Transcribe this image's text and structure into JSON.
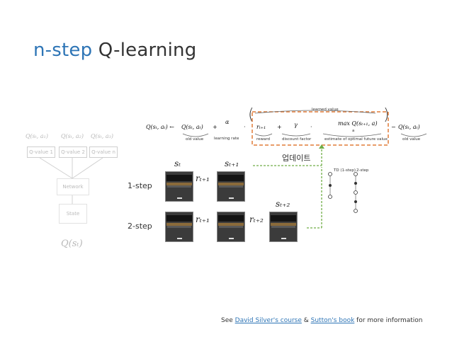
{
  "slide": {
    "title_highlight": "n-step",
    "title_rest": " Q-learning"
  },
  "network": {
    "outputs": [
      "Q(sₜ, a₁)",
      "Q(sₜ, a₂)",
      "Q(sₜ, a₃)"
    ],
    "qboxes": [
      "Q-value 1",
      "Q-value 2",
      "Q-value n"
    ],
    "network_label": "Network",
    "state_label": "State",
    "input_label": "Q(sₜ)"
  },
  "equation": {
    "lhs": "Q(sₜ, aₜ) ←",
    "old": "Q(sₜ, aₜ)",
    "old_caption": "old value",
    "plus": "+",
    "alpha": "α",
    "alpha_caption": "learning rate",
    "dot": "·",
    "learned_caption": "learned value",
    "reward": "rₜ₊₁",
    "reward_caption": "reward",
    "gamma": "γ",
    "gamma_caption": "discount factor",
    "max": "max Q(sₜ₊₁, a)",
    "max_sub": "a",
    "estimate_caption": "estimate of optimal future value",
    "minus": "−",
    "old2": "Q(sₜ, aₜ)",
    "old2_caption": "old value"
  },
  "update_label": "업데이트",
  "diagram": {
    "s_t": "sₜ",
    "s_t1": "sₜ₊₁",
    "s_t2": "sₜ₊₂",
    "r_t1_top": "rₜ₊₁",
    "r_t1_bottom": "rₜ₊₁",
    "r_t2": "rₜ₊₂",
    "one_step": "1-step",
    "two_step": "2-step"
  },
  "backup": {
    "td_label": "TD (1-step)",
    "two_label": "2-step"
  },
  "footer": {
    "see": "See ",
    "link1": "David Silver's course",
    "amp": " & ",
    "link2": "Sutton's book",
    "tail": " for more information"
  },
  "colors": {
    "accent": "#2e75b6",
    "dashed": "#e07b39",
    "arrow": "#70ad47"
  }
}
